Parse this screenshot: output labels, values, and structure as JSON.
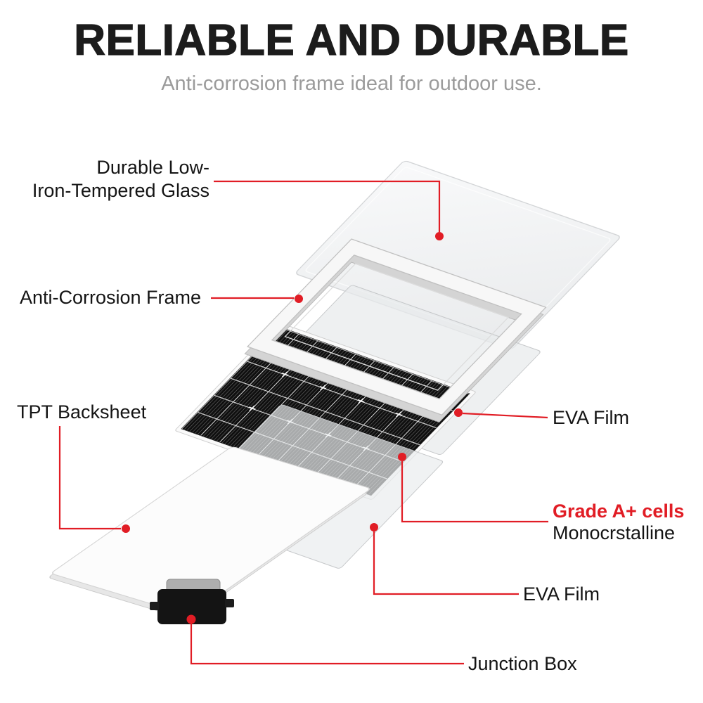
{
  "header": {
    "title": "RELIABLE AND DURABLE",
    "subtitle": "Anti-corrosion frame ideal for outdoor use."
  },
  "labels": {
    "glass": {
      "line1": "Durable Low-",
      "line2": "Iron-Tempered Glass"
    },
    "frame": "Anti-Corrosion Frame",
    "backsheet": "TPT Backsheet",
    "eva_top": "EVA Film",
    "cells_line1": "Grade A+ cells",
    "cells_line2": "Monocrstalline",
    "eva_bottom": "EVA Film",
    "junction": "Junction Box"
  },
  "colors": {
    "accent": "#e11d25",
    "heading": "#1c1c1c",
    "subtitle": "#9b9b9b"
  }
}
